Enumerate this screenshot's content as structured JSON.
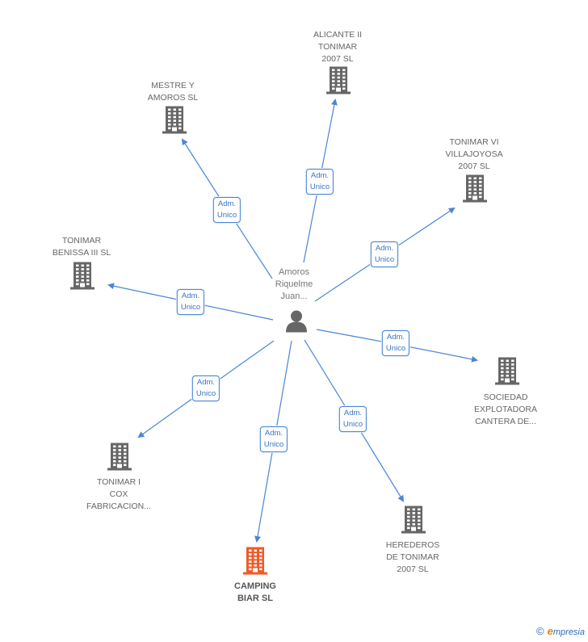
{
  "center": {
    "label": "Amoros\nRiquelme\nJuan..."
  },
  "companies": [
    {
      "name": "ALICANTE II\nTONIMAR\n2007 SL",
      "role": [
        "Adm.",
        "Unico"
      ],
      "highlight": false
    },
    {
      "name": "MESTRE Y\nAMOROS SL",
      "role": [
        "Adm.",
        "Unico"
      ],
      "highlight": false
    },
    {
      "name": "TONIMAR VI\nVILLAJOYOSA\n2007 SL",
      "role": [
        "Adm.",
        "Unico"
      ],
      "highlight": false
    },
    {
      "name": "TONIMAR\nBENISSA III SL",
      "role": [
        "Adm.",
        "Unico"
      ],
      "highlight": false
    },
    {
      "name": "SOCIEDAD\nEXPLOTADORA\nCANTERA DE...",
      "role": [
        "Adm.",
        "Unico"
      ],
      "highlight": false
    },
    {
      "name": "TONIMAR I\nCOX\nFABRICACION...",
      "role": [
        "Adm.",
        "Unico"
      ],
      "highlight": false
    },
    {
      "name": "CAMPING\nBIAR SL",
      "role": [
        "Adm.",
        "Unico"
      ],
      "highlight": true
    },
    {
      "name": "HEREDEROS\nDE TONIMAR\n2007 SL",
      "role": [
        "Adm.",
        "Unico"
      ],
      "highlight": false
    }
  ],
  "colors": {
    "edge": "#4a86d4",
    "building": "#666666",
    "building_highlight": "#f05a28",
    "person": "#666666"
  },
  "footer": {
    "copyright": "©",
    "brand_initial": "e",
    "brand_rest": "mpresia"
  }
}
